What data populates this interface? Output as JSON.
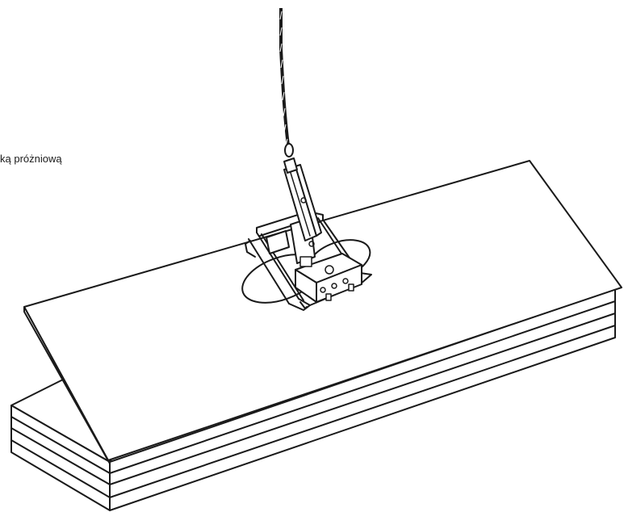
{
  "caption": {
    "text": "ką próżniową"
  },
  "colors": {
    "line": "#1a1a1a",
    "background": "#ffffff"
  },
  "illustration": {
    "subject": "vacuum-lifter-over-panel-stack",
    "panel_layers": 4
  }
}
